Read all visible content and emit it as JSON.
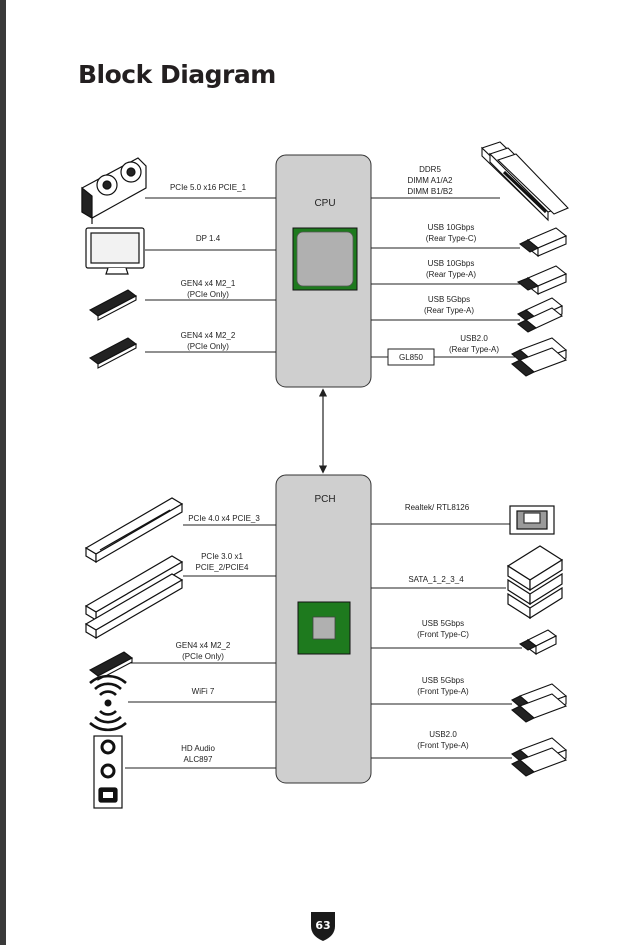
{
  "page": {
    "title": "Block Diagram",
    "page_number": "63"
  },
  "cpu": {
    "label": "CPU"
  },
  "pch": {
    "label": "PCH"
  },
  "cpu_left": [
    {
      "lines": [
        "PCIe 5.0 x16 PCIE_1"
      ]
    },
    {
      "lines": [
        "DP 1.4"
      ]
    },
    {
      "lines": [
        "GEN4 x4 M2_1",
        "(PCIe Only)"
      ]
    },
    {
      "lines": [
        "GEN4 x4 M2_2",
        "(PCIe Only)"
      ]
    }
  ],
  "cpu_right": [
    {
      "lines": [
        "DDR5",
        "DIMM A1/A2",
        "DIMM B1/B2"
      ]
    },
    {
      "lines": [
        "USB 10Gbps",
        "(Rear Type-C)"
      ]
    },
    {
      "lines": [
        "USB 10Gbps",
        "(Rear Type-A)"
      ]
    },
    {
      "lines": [
        "USB 5Gbps",
        "(Rear Type-A)"
      ]
    },
    {
      "lines": [
        "USB2.0",
        "(Rear Type-A)"
      ]
    }
  ],
  "gl850": {
    "label": "GL850"
  },
  "pch_left": [
    {
      "lines": [
        "PCIe 4.0 x4 PCIE_3"
      ]
    },
    {
      "lines": [
        "PCIe 3.0 x1",
        "PCIE_2/PCIE4"
      ]
    },
    {
      "lines": [
        "GEN4 x4 M2_2",
        "(PCIe Only)"
      ]
    },
    {
      "lines": [
        "WiFi 7"
      ]
    },
    {
      "lines": [
        "HD Audio",
        "ALC897"
      ]
    }
  ],
  "pch_right": [
    {
      "lines": [
        "Realtek/ RTL8126"
      ]
    },
    {
      "lines": [
        "SATA_1_2_3_4"
      ]
    },
    {
      "lines": [
        "USB 5Gbps",
        "(Front Type-C)"
      ]
    },
    {
      "lines": [
        "USB 5Gbps",
        "(Front Type-A)"
      ]
    },
    {
      "lines": [
        "USB2.0",
        "(Front Type-A)"
      ]
    }
  ],
  "colors": {
    "block_fill": "#cfcfcf",
    "chip_green": "#1e7a1e",
    "chip_grey": "#b0b0b0",
    "line": "#222222"
  },
  "icons": [
    "graphics-card-icon",
    "monitor-icon",
    "m2-ssd-icon",
    "ram-module-icon",
    "usb-c-plug-icon",
    "usb-a-plug-icon",
    "pcie-slot-icon",
    "wifi-icon",
    "audio-jack-icon",
    "ethernet-port-icon",
    "hdd-stack-icon",
    "page-badge-icon"
  ]
}
